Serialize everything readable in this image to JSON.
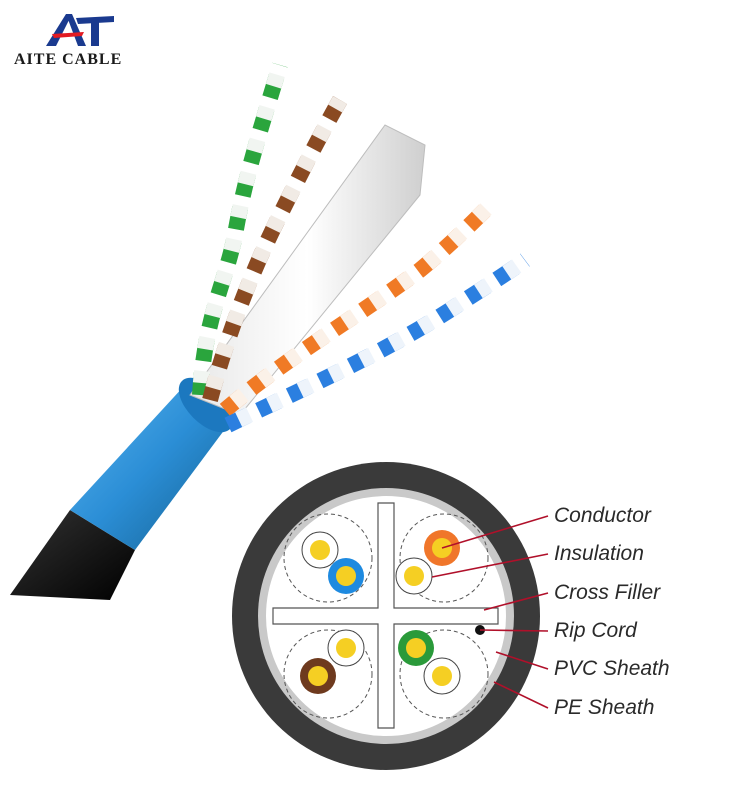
{
  "brand": {
    "logo_text": "AITE CABLE",
    "accent_color": "#1a3a8f",
    "logo_red": "#e21b23"
  },
  "cross_section": {
    "callouts": [
      {
        "key": "conductor",
        "label": "Conductor"
      },
      {
        "key": "insulation",
        "label": "Insulation"
      },
      {
        "key": "cross_filler",
        "label": "Cross Filler"
      },
      {
        "key": "rip_cord",
        "label": "Rip Cord"
      },
      {
        "key": "pvc_sheath",
        "label": "PVC Sheath"
      },
      {
        "key": "pe_sheath",
        "label": "PE Sheath"
      }
    ],
    "leader_color": "#b0102a",
    "pair_colors": [
      "#f0762a",
      "#1e8ae0",
      "#2a9a3a",
      "#6e3a1e"
    ],
    "conductor_color": "#f5cf23",
    "pe_sheath_color": "#3a3a3a",
    "pvc_sheath_color": "#c9c9c9"
  },
  "cable": {
    "jacket_color": "#2b8ed6",
    "outer_jacket_color": "#0c0c0c",
    "pairs": [
      "green",
      "brown",
      "orange",
      "blue"
    ]
  }
}
